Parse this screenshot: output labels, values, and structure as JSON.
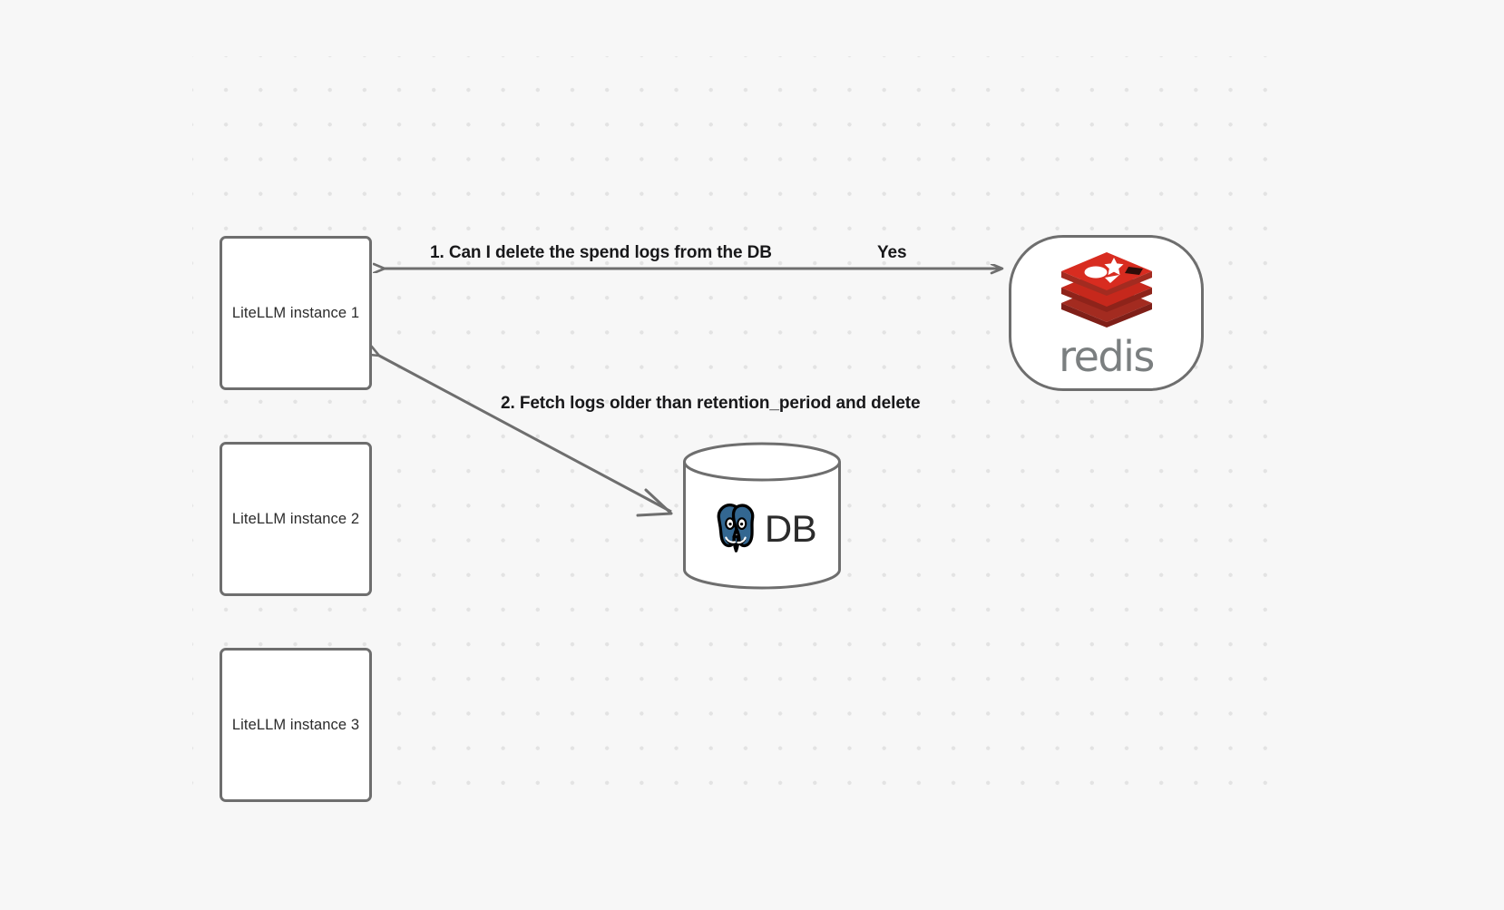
{
  "diagram": {
    "background_color": "#f7f7f7",
    "grid_dot_color": "#e3e3e3",
    "node_border_color": "#6e6e6e",
    "edge_color": "#6e6e6e",
    "nodes": [
      {
        "id": "litellm-1",
        "label": "LiteLLM instance 1"
      },
      {
        "id": "litellm-2",
        "label": "LiteLLM instance 2"
      },
      {
        "id": "litellm-3",
        "label": "LiteLLM instance 3"
      },
      {
        "id": "redis",
        "label": "redis",
        "brand_color": "#d82c20",
        "wordmark_color": "#7b7f80"
      },
      {
        "id": "database",
        "label": "DB",
        "brand_color": "#336791"
      }
    ],
    "edges": [
      {
        "id": "edge-redis-reply",
        "from": "redis",
        "to": "litellm-1",
        "label": "1.  Can I delete the spend logs from the DB",
        "answer_label": "Yes"
      },
      {
        "id": "edge-db-fetch",
        "from": "database",
        "to": "litellm-1",
        "label": "2.  Fetch logs older than retention_period and delete"
      }
    ]
  }
}
